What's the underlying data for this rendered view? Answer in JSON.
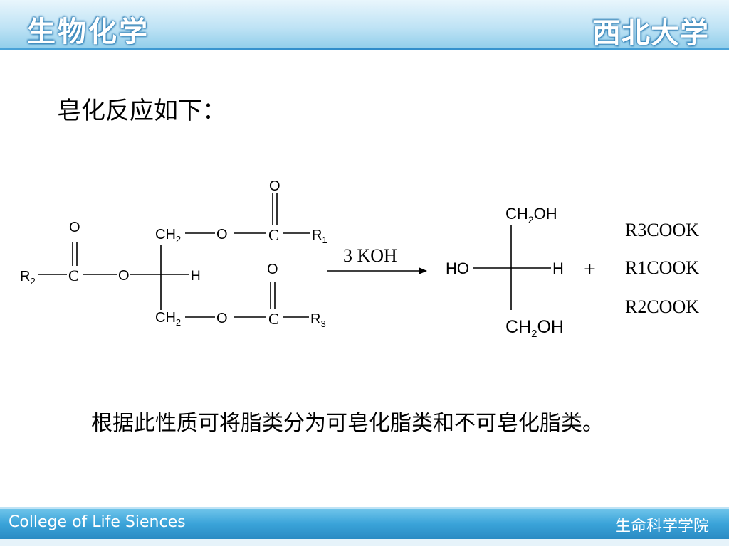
{
  "header": {
    "title": "生物化学",
    "logo_text": "西北大学"
  },
  "section_heading": "皂化反应如下：",
  "reaction": {
    "left_molecule": {
      "top_o": "O",
      "ch2_top": "CH",
      "ch2_top_sub": "2",
      "o_top": "O",
      "c_top": "C",
      "r1": "R",
      "r1_sub": "1",
      "o_left": "O",
      "r2": "R",
      "r2_sub": "2",
      "c_left": "C",
      "o_mid": "O",
      "h_mid": "H",
      "o_bottom_carbonyl": "O",
      "ch2_bottom": "CH",
      "ch2_bottom_sub": "2",
      "o_bottom": "O",
      "c_bottom": "C",
      "r3": "R",
      "r3_sub": "3"
    },
    "reagent": "3 KOH",
    "product_glycerol": {
      "top": "CH",
      "top_sub": "2",
      "top_oh": "OH",
      "ho": "HO",
      "h": "H",
      "bottom": "CH",
      "bottom_sub": "2",
      "bottom_oh": "OH"
    },
    "plus": "+",
    "salts": [
      "R3COOK",
      "R1COOK",
      "R2COOK"
    ]
  },
  "bottom_text": "根据此性质可将脂类分为可皂化脂类和不可皂化脂类。",
  "footer": {
    "left": "College of Life Siences",
    "right": "生命科学学院"
  }
}
